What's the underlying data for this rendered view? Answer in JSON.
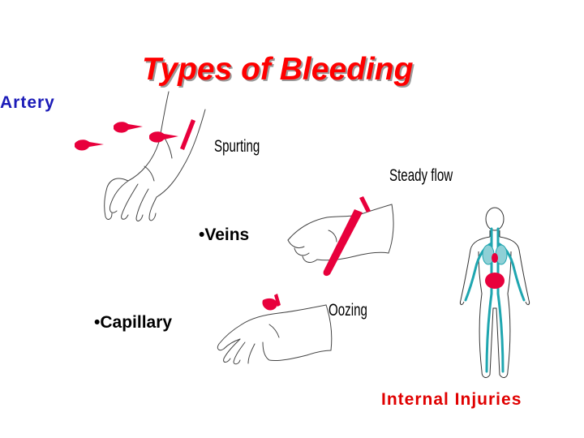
{
  "slide": {
    "title": "Types of Bleeding",
    "artery_label": "Artery",
    "spurting_label": "Spurting",
    "steady_flow_label": "Steady flow",
    "veins_label": "•Veins",
    "capillary_label": "•Capillary",
    "oozing_label": "Oozing",
    "internal_injuries_label": "Internal Injuries"
  },
  "colors": {
    "title": "#ff0000",
    "artery_label": "#1b1bb8",
    "blood": "#e8003c",
    "vessels": "#1fa6b0",
    "internal_injuries": "#e00000"
  },
  "illustrations": [
    "arterial-spurting-hand",
    "venous-flow-wrist",
    "capillary-oozing-hand",
    "body-circulation-figure"
  ]
}
